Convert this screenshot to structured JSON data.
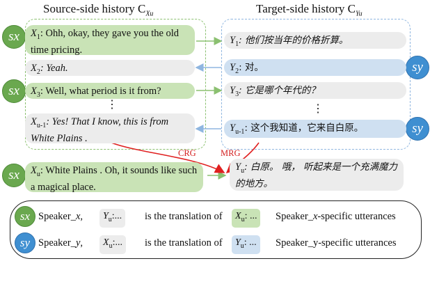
{
  "headers": {
    "source": "Source-side history C",
    "source_sub": "Xu",
    "target": "Target-side history C",
    "target_sub": "Yu"
  },
  "avatars": {
    "speaker_x": "sx",
    "speaker_y": "sy"
  },
  "source_utterances": [
    {
      "var": "X",
      "sub": "1",
      "text": ": Ohh, okay, they gave you the old time pricing."
    },
    {
      "var": "X",
      "sub": "2",
      "text": ": Yeah."
    },
    {
      "var": "X",
      "sub": "3",
      "text": ": Well, what period is it from?"
    },
    {
      "var": "X",
      "sub": "u-1",
      "text": ": Yes! That I know, this is from White Plains ."
    }
  ],
  "target_utterances": [
    {
      "var": "Y",
      "sub": "1",
      "text": ": 他们按当年的价格折算。"
    },
    {
      "var": "Y",
      "sub": "2",
      "text": ": 对。"
    },
    {
      "var": "Y",
      "sub": "3",
      "text": ": 它是哪个年代的？"
    },
    {
      "var": "Y",
      "sub": "u-1",
      "text": ": 这个我知道，它来自白原。"
    }
  ],
  "ellipsis": "⋮",
  "current": {
    "source": {
      "var": "X",
      "sub": "u",
      "text": ": White Plains . Oh, it sounds like such a magical place."
    },
    "target": {
      "var": "Y",
      "sub": "u",
      "text": ": 白原。 哦， 听起来是一个充满魔力的地方。"
    }
  },
  "arrows": {
    "crg": "CRG",
    "mrg": "MRG"
  },
  "legend": {
    "row1": {
      "speaker": "Speaker_",
      "speaker_var": "x",
      "chip_var": "Y",
      "chip_sub": "u",
      "chip_dots": ":...",
      "translation": "is the translation of",
      "chip2_var": "X",
      "chip2_sub": "u",
      "chip2_dots": ": ...",
      "desc_a": "Speaker_",
      "desc_var": "x",
      "desc_b": "-specific utterances"
    },
    "row2": {
      "speaker": "Speaker_",
      "speaker_var": "y",
      "chip_var": "X",
      "chip_sub": "u",
      "chip_dots": ":...",
      "translation": "is the translation of",
      "chip2_var": "Y",
      "chip2_sub": "u",
      "chip2_dots": ": ...",
      "desc": "Speaker_y-specific utterances"
    }
  },
  "colors": {
    "green": "#c9e3b6",
    "gray": "#ececec",
    "blue": "#cfe0f1",
    "sx": "#6aa84f",
    "sy": "#3f8fd1",
    "arrow_red": "#e02020"
  }
}
